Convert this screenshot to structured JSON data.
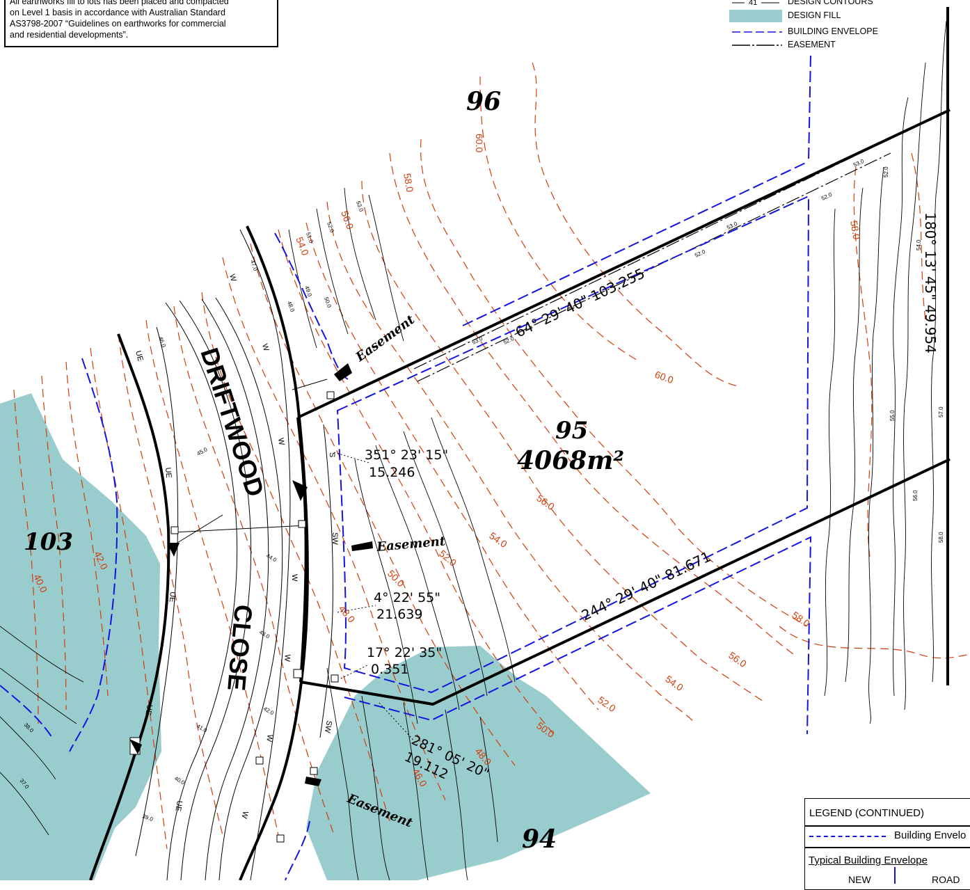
{
  "note": {
    "lines": [
      "All earthworks fill to lots has been placed and compacted",
      "on Level 1 basis in accordance with Australian Standard",
      "AS3798-2007 “Guidelines on earthworks for commercial",
      "and residential developments”."
    ]
  },
  "legend": {
    "contour_sample": "41",
    "items": [
      {
        "label": "DESIGN CONTOURS",
        "symbol": "contour-line-icon"
      },
      {
        "label": "DESIGN FILL",
        "symbol": "fill-swatch-icon"
      },
      {
        "label": "BUILDING ENVELOPE",
        "symbol": "blue-dashed-line-icon"
      },
      {
        "label": "EASEMENT",
        "symbol": "dash-dot-line-icon"
      }
    ],
    "colors": {
      "fill": "#99cccc",
      "envelope": "#1414e0",
      "contour": "#d23c0a",
      "boundary": "#000000"
    }
  },
  "legend_continued": {
    "title": "LEGEND (CONTINUED)",
    "envelope_label": "Building Envelo",
    "typical_label": "Typical Building Envelope",
    "new_label": "NEW",
    "road_label": "ROAD"
  },
  "road": {
    "line1": "DRIFTWOOD",
    "line2": "CLOSE"
  },
  "lots": [
    {
      "number": "96"
    },
    {
      "number": "95",
      "area": "4068m²"
    },
    {
      "number": "103"
    },
    {
      "number": "94"
    }
  ],
  "bearings": [
    "64° 29' 40\" 103.255",
    "180° 13' 45\" 49.954",
    "244° 29' 40\" 81.671",
    "351° 23' 15\"",
    "15.246",
    "4° 22' 55\"",
    "21.639",
    "17° 22' 35\"",
    "0.351",
    "281° 05' 20\"",
    "19.112"
  ],
  "easement_label": "Easement",
  "contour_labels_red": [
    "60.0",
    "58.0",
    "56.0",
    "54.0",
    "52.0",
    "50.0",
    "48.0",
    "46.0",
    "42.0",
    "40.0"
  ],
  "contour_labels_black": [
    "53.0",
    "52.0",
    "51.0",
    "50.0",
    "49.0",
    "48.0",
    "47.0",
    "46.0",
    "45.0",
    "44.0",
    "43.0",
    "42.0",
    "41.0",
    "40.0",
    "39.0",
    "38.0",
    "37.0",
    "54.0",
    "55.0",
    "56.0",
    "57.0",
    "58.0"
  ],
  "service_labels": [
    "W",
    "UE",
    "SW",
    "S"
  ]
}
